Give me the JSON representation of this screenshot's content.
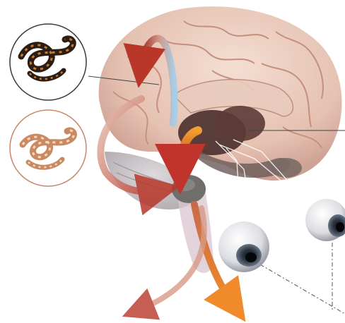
{
  "diagram": {
    "panels": [
      {
        "id": "snake-top",
        "icon": "snake-dark-icon",
        "border_color": "#3a3a3a"
      },
      {
        "id": "snake-bottom",
        "icon": "snake-light-icon",
        "border_color": "#c9876a"
      }
    ],
    "regions": [
      "cortex",
      "thalamus",
      "amygdala",
      "hippocampus",
      "cerebellum",
      "brainstem"
    ],
    "eyes": 2,
    "colors": {
      "brain": "#e9c9b9",
      "brain_dark": "#c59a8b",
      "thalamus": "#4a2f2c",
      "amygdala": "#6f6e6a",
      "arrow_red": "#c0342b",
      "arrow_orange": "#ef8a2a",
      "arrow_blue": "#a8cde6",
      "eye_iris": "#2f3a47"
    }
  }
}
